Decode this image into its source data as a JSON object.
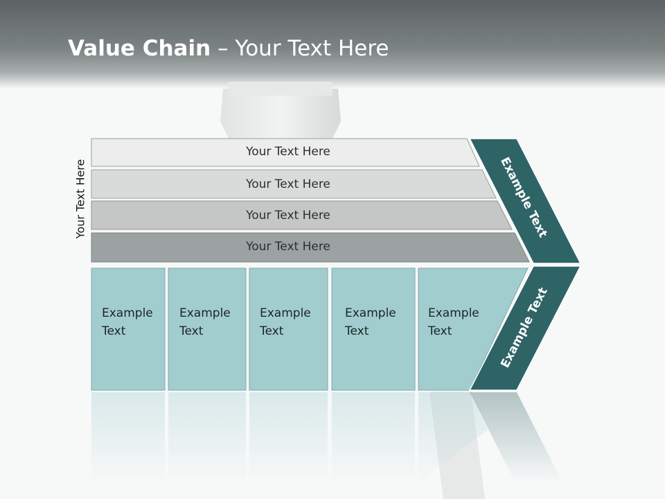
{
  "slide": {
    "title_bold": "Value Chain",
    "title_rest": " – Your Text Here"
  },
  "diagram": {
    "side_label": "Your Text Here",
    "bars": [
      {
        "label": "Your Text Here"
      },
      {
        "label": "Your Text Here"
      },
      {
        "label": "Your Text Here"
      },
      {
        "label": "Your Text Here"
      }
    ],
    "boxes": [
      {
        "line1": "Example",
        "line2": "Text"
      },
      {
        "line1": "Example",
        "line2": "Text"
      },
      {
        "line1": "Example",
        "line2": "Text"
      },
      {
        "line1": "Example",
        "line2": "Text"
      },
      {
        "line1": "Example",
        "line2": "Text"
      }
    ],
    "chevron_upper": "Example Text",
    "chevron_lower": "Example Text"
  },
  "colors": {
    "teal_dark": "#2f6466",
    "teal_light": "#a2cdcf",
    "bar1": "#ecedec",
    "bar2": "#d9dbda",
    "bar3": "#c4c7c6",
    "bar4": "#9ca2a1"
  }
}
